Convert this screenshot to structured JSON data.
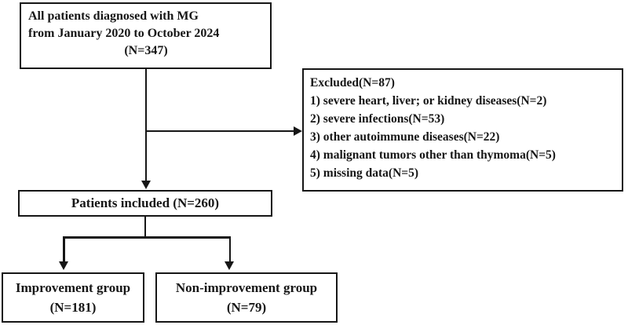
{
  "colors": {
    "line": "#161616",
    "background": "#ffffff",
    "text": "#161616"
  },
  "flowchart": {
    "all_patients_box": {
      "line1": "All patients diagnosed with MG",
      "line2": "from January 2020 to October 2024",
      "line3": "(N=347)"
    },
    "excluded_box": {
      "title": "Excluded(N=87)",
      "items": [
        "1) severe heart, liver; or kidney diseases(N=2)",
        "2) severe infections(N=53)",
        "3) other autoimmune diseases(N=22)",
        "4) malignant tumors other than thymoma(N=5)",
        "5) missing data(N=5)"
      ]
    },
    "included_box": {
      "label": "Patients included (N=260)"
    },
    "improvement_box": {
      "line1": "Improvement group",
      "line2": "(N=181)"
    },
    "non_improvement_box": {
      "line1": "Non-improvement group",
      "line2": "(N=79)"
    }
  }
}
